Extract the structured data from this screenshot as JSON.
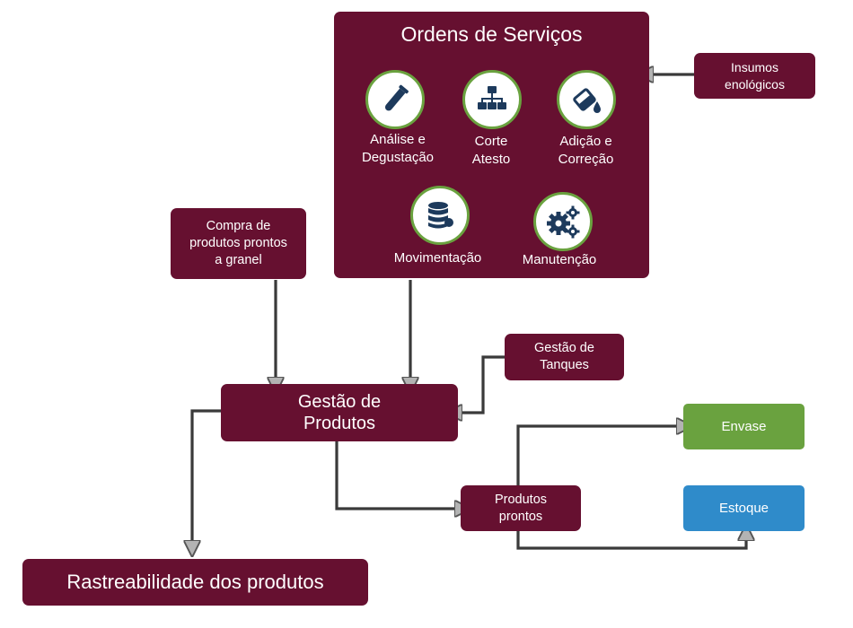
{
  "ordens": {
    "title": "Ordens de Serviços",
    "items": [
      {
        "label": "Análise e\nDegustação",
        "icon": "test-tube-icon"
      },
      {
        "label": "Corte\nAtesto",
        "icon": "hierarchy-icon"
      },
      {
        "label": "Adição e\nCorreção",
        "icon": "paint-bucket-icon"
      },
      {
        "label": "Movimentação",
        "icon": "database-icon"
      },
      {
        "label": "Manutenção",
        "icon": "gears-icon"
      }
    ]
  },
  "insumos": "Insumos\nenológicos",
  "compra": "Compra de\nprodutos prontos\na granel",
  "gestao_tanques": "Gestão de\nTanques",
  "gestao_produtos": "Gestão de\nProdutos",
  "produtos_prontos": "Produtos\nprontos",
  "envase": "Envase",
  "estoque": "Estoque",
  "rastreabilidade": "Rastreabilidade dos produtos",
  "colors": {
    "wine": "#661030",
    "green": "#6aa23f",
    "blue": "#2f8bca",
    "icon_navy": "#1d3a5c",
    "arrow": "#3a3a3a"
  }
}
